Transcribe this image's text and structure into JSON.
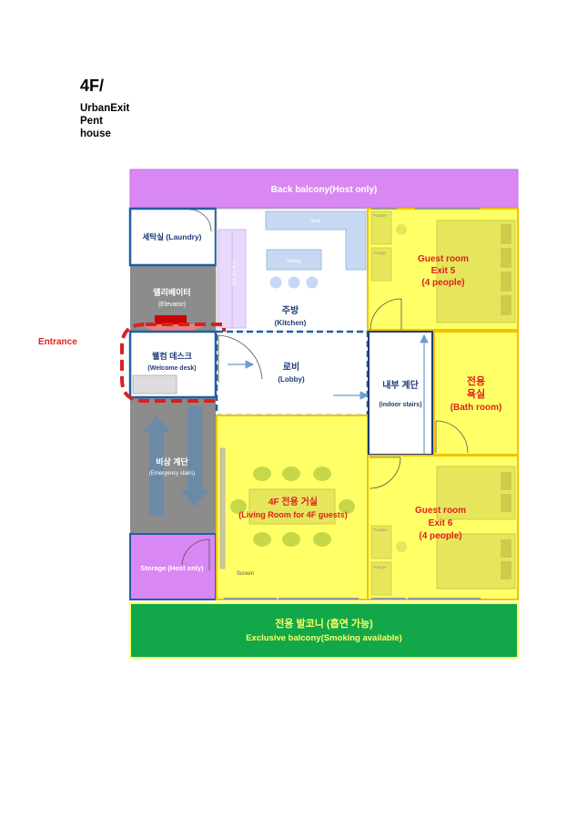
{
  "header": {
    "floor": "4F/",
    "name_line1": "UrbanExit",
    "name_line2": "Pent",
    "name_line3": "house"
  },
  "entrance_label": "Entrance",
  "rooms": {
    "back_balcony": "Back balcony(Host only)",
    "laundry": "세탁실 (Laundry)",
    "sink": "Sink",
    "dining": "Dining",
    "fridge": "F R I D G E",
    "elevator_ko": "엘리베이터",
    "elevator_en": "(Elevator)",
    "kitchen_ko": "주방",
    "kitchen_en": "(Kitchen)",
    "welcome_ko": "웰컴 데스크",
    "welcome_en": "(Welcome desk)",
    "lobby_ko": "로비",
    "lobby_en": "(Lobby)",
    "stairs_ko": "내부 계단",
    "stairs_en": "(indoor stairs)",
    "bath_ko1": "전용",
    "bath_ko2": "욕실",
    "bath_en": "(Bath room)",
    "guest5_l1": "Guest room",
    "guest5_l2": "Exit 5",
    "guest5_l3": "(4 people)",
    "guest6_l1": "Guest room",
    "guest6_l2": "Exit 6",
    "guest6_l3": "(4 people)",
    "powder": "Powder",
    "hanger": "Hanger",
    "emergency_ko": "비상 계단",
    "emergency_en": "(Emergency stairs)",
    "living_ko": "4F 전용 거실",
    "living_en": "(Living Room for 4F guests)",
    "storage": "Storage (Host only)",
    "screen": "Screen",
    "front_balcony_ko": "전용 발코니 (흡연 가능)",
    "front_balcony_en": "Exclusive balcony(Smoking available)"
  },
  "colors": {
    "purple": "#d987f2",
    "yellow": "#ffff66",
    "gold": "#f2c200",
    "green": "#12a84a",
    "gray": "#8c8c8c",
    "blue": "#1f5fa6",
    "red": "#d92020",
    "text_red": "#e02020",
    "text_blue": "#1f3c78"
  }
}
